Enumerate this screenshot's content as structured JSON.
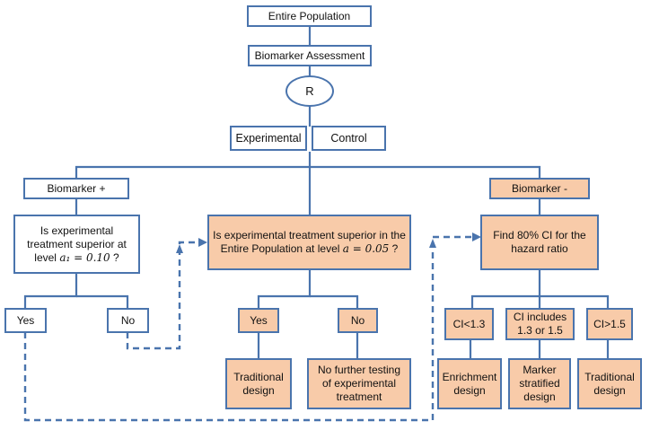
{
  "nodes": {
    "entire_population": "Entire Population",
    "biomarker_assessment": "Biomarker Assessment",
    "randomize": "R",
    "experimental": "Experimental",
    "control": "Control",
    "biomarker_pos": "Biomarker +",
    "biomarker_neg": "Biomarker -",
    "q_pos_line1": "Is experimental",
    "q_pos_line2": "treatment superior at",
    "q_pos_line3_prefix": "level ",
    "q_pos_math": "a₁ = 0.10",
    "q_pos_line3_suffix": " ?",
    "q_entire_line1": "Is experimental treatment superior in the",
    "q_entire_line2_prefix": "Entire Population at level ",
    "q_entire_math": "a = 0.05",
    "q_entire_line2_suffix": " ?",
    "ci_line1": "Find 80% CI for the",
    "ci_line2": "hazard ratio",
    "yes_left": "Yes",
    "no_left": "No",
    "yes_mid": "Yes",
    "no_mid": "No",
    "ci_lt": "CI<1.3",
    "ci_incl_line1": "CI includes",
    "ci_incl_line2": "1.3 or 1.5",
    "ci_gt": "CI>1.5",
    "trad_mid_line1": "Traditional",
    "trad_mid_line2": "design",
    "no_further_line1": "No further testing",
    "no_further_line2": "of experimental",
    "no_further_line3": "treatment",
    "enrich_line1": "Enrichment",
    "enrich_line2": "design",
    "marker_line1": "Marker",
    "marker_line2": "stratified",
    "marker_line3": "design",
    "trad_right_line1": "Traditional",
    "trad_right_line2": "design"
  },
  "colors": {
    "border": "#4a74ad",
    "highlight_fill": "#f8cba9",
    "plain_fill": "#ffffff"
  }
}
